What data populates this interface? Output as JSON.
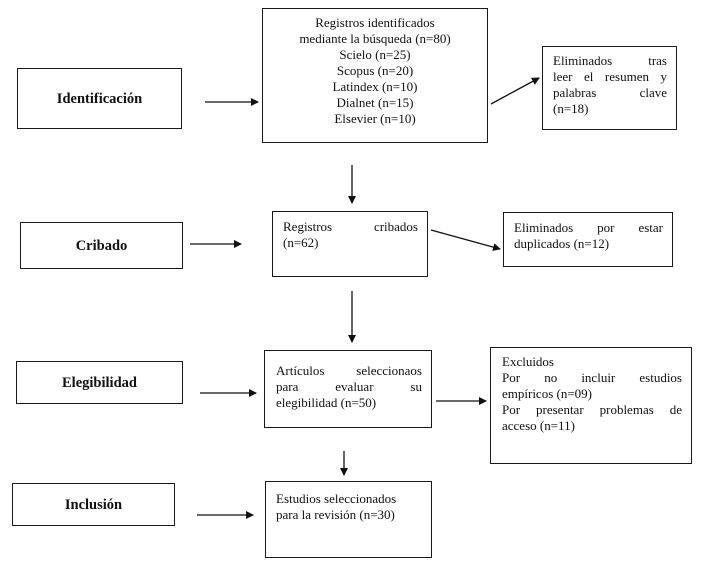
{
  "stages": {
    "identificacion": "Identificación",
    "cribado": "Cribado",
    "elegibilidad": "Elegibilidad",
    "inclusion": "Inclusión"
  },
  "identified": {
    "lines": [
      "Registros identificados",
      "mediante la búsqueda (n=80)",
      "Scielo (n=25)",
      "Scopus (n=20)",
      "Latindex (n=10)",
      "Dialnet (n=15)",
      "Elsevier (n=10)"
    ]
  },
  "excluded_abstract": {
    "lines": [
      "Eliminados tras",
      "leer el resumen y",
      "palabras clave",
      "(n=18)"
    ]
  },
  "screened": {
    "lines": [
      "Registros cribados",
      "(n=62)"
    ]
  },
  "duplicates": {
    "lines": [
      "Eliminados por estar",
      "duplicados (n=12)"
    ]
  },
  "eligibility": {
    "lines": [
      "Artículos seleccionaos",
      "para evaluar su",
      "elegibilidad (n=50)"
    ]
  },
  "excluded": {
    "lines": [
      "Excluidos",
      "Por no incluir estudios",
      "empíricos (n=09)",
      "Por presentar problemas de",
      "acceso (n=11)"
    ]
  },
  "included": {
    "lines": [
      "Estudios seleccionados",
      "para la revisión (n=30)"
    ]
  }
}
